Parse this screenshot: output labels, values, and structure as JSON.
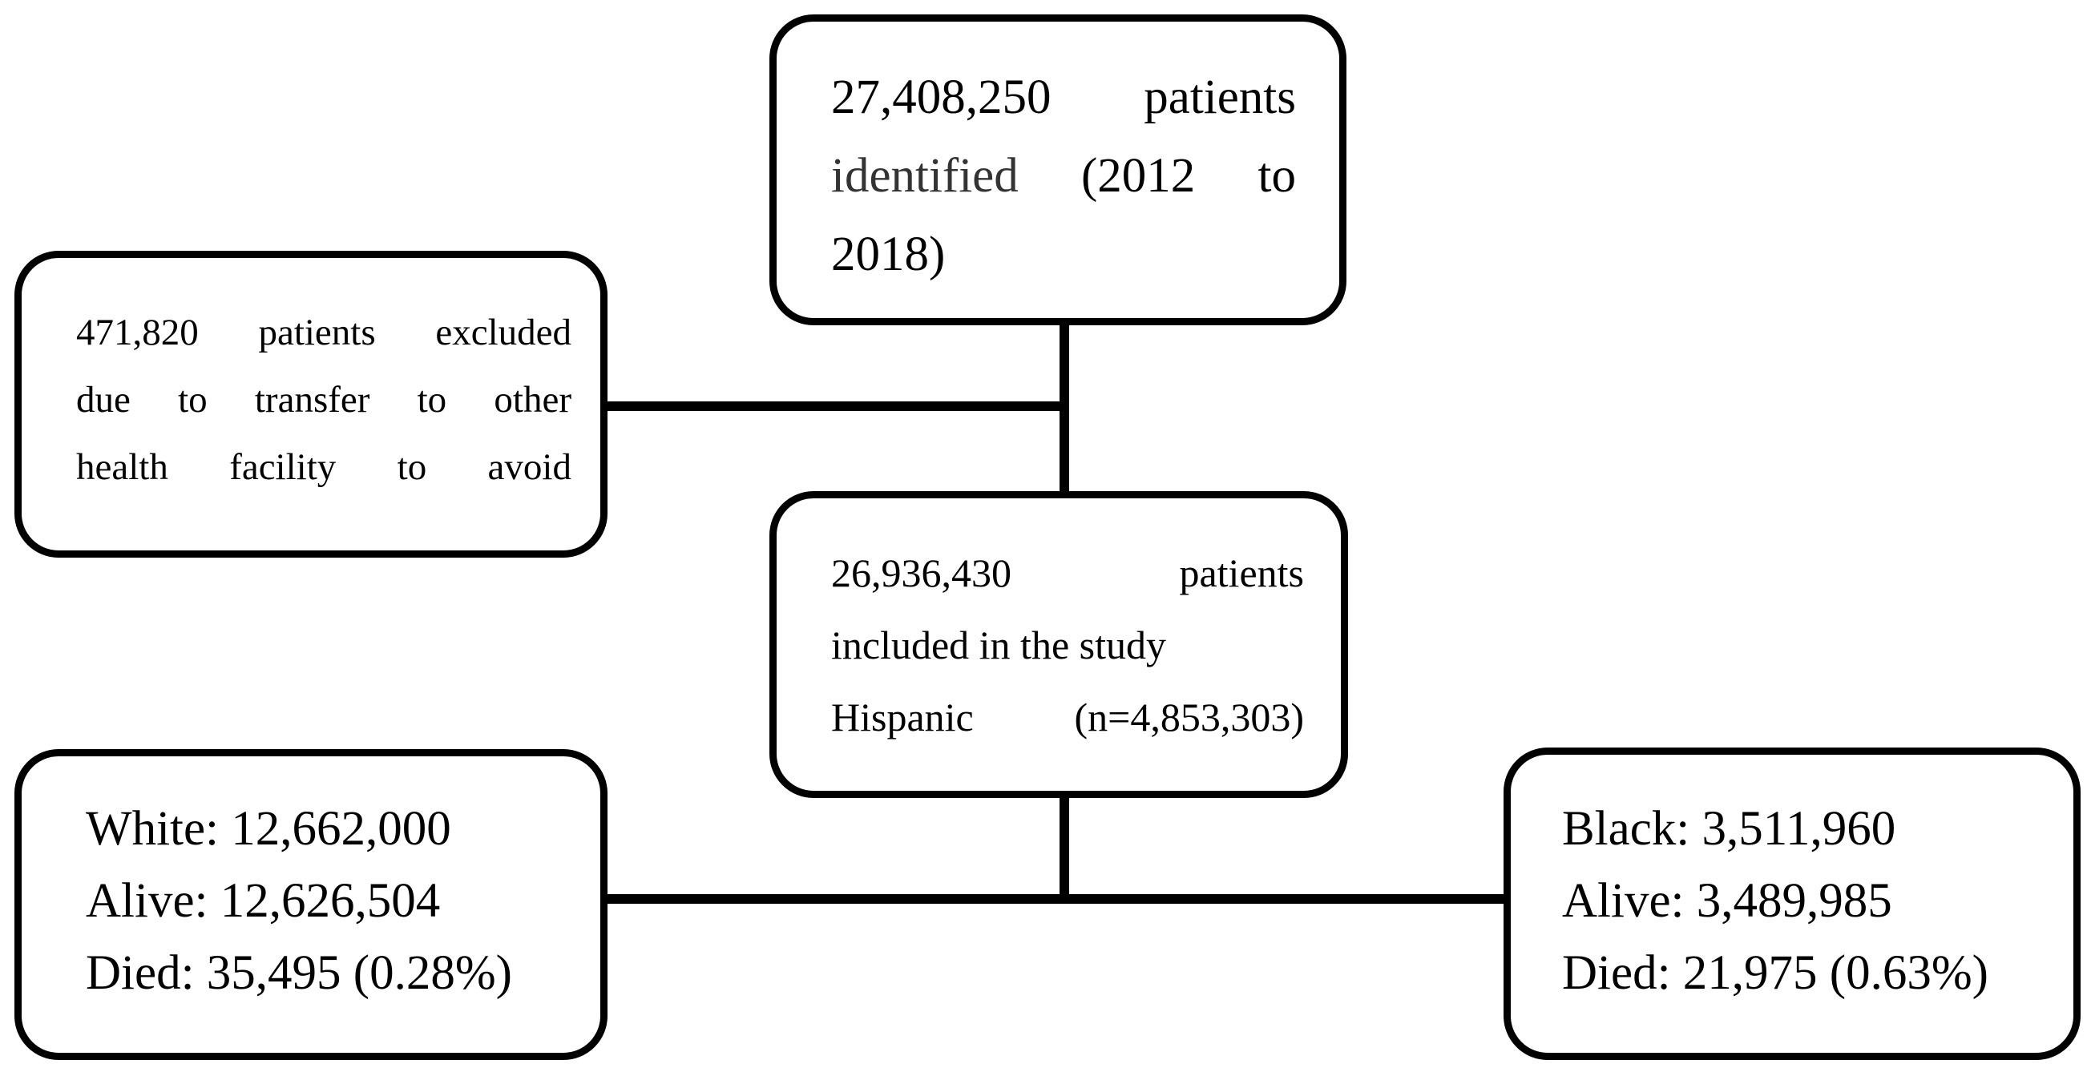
{
  "flowchart": {
    "identified": {
      "line1": [
        "27,408,250",
        "patients"
      ],
      "line2": [
        "identified",
        "(2012",
        "to"
      ],
      "line3": "2018)"
    },
    "excluded": {
      "line1": [
        "471,820",
        "patients",
        "excluded"
      ],
      "line2": [
        "due",
        "to",
        "transfer",
        "to",
        "other"
      ],
      "line3": [
        "health",
        "facility",
        "to",
        "avoid"
      ]
    },
    "included": {
      "line1": [
        "26,936,430",
        "patients"
      ],
      "line2": "included in the study",
      "line3": [
        "Hispanic",
        "(n=4,853,303)"
      ]
    },
    "white": {
      "line1": "White: 12,662,000",
      "line2": "Alive: 12,626,504",
      "line3": "Died: 35,495 (0.28%)"
    },
    "black": {
      "line1": "Black: 3,511,960",
      "line2": "Alive: 3,489,985",
      "line3": "Died: 21,975 (0.63%)"
    }
  }
}
